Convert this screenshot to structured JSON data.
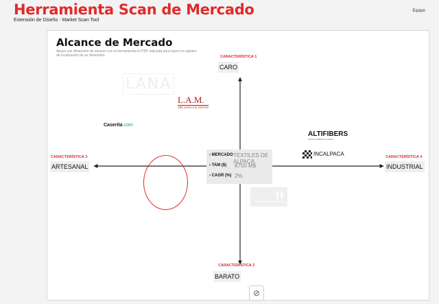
{
  "app": {
    "title": "Herramienta Scan de Mercado",
    "subtitle": "Extensión de Diseño ·  Market Scan Tool",
    "team_label": "Equipo"
  },
  "canvas": {
    "heading": "Alcance de Mercado",
    "description": "Apoye sus dimensión de alcance con la herramienta en PDF indicada para hacer los ajustes de localización de su dimensión"
  },
  "axes": {
    "top": {
      "label": "CARACTERÍSTICA 1",
      "value": "CARO"
    },
    "bottom": {
      "label": "CARACTERÍSTICA 2",
      "value": "BARATO"
    },
    "left": {
      "label": "CARACTERÍSTICA 3",
      "value": "ARTESANAL"
    },
    "right": {
      "label": "CARACTERÍSTICA 4",
      "value": "INDUSTRIAL"
    }
  },
  "logos": {
    "lana": "LANA",
    "lam": "L.A.M.",
    "lam_sub": "THE ALPACA & TEXTILE",
    "caserita_main": "Caserita",
    "caserita_suffix": ".com",
    "altifibers": "ALTIFIBERS",
    "altifibers_sub": "ALPACA FIBERS & YARNS",
    "incalpaca": "INCALPACA"
  },
  "info": {
    "mercado_label": "MERCADO",
    "tam_label": "TAM ($)",
    "cagr_label": "CAGR (%)",
    "mercado_value": "TEXTILES DE ALPACA",
    "tam_value": "8750 M$",
    "cagr_value": "2%"
  },
  "toolbar": {
    "disable_icon": "⊘"
  },
  "colors": {
    "accent": "#e02a2a",
    "axis": "#222222"
  }
}
